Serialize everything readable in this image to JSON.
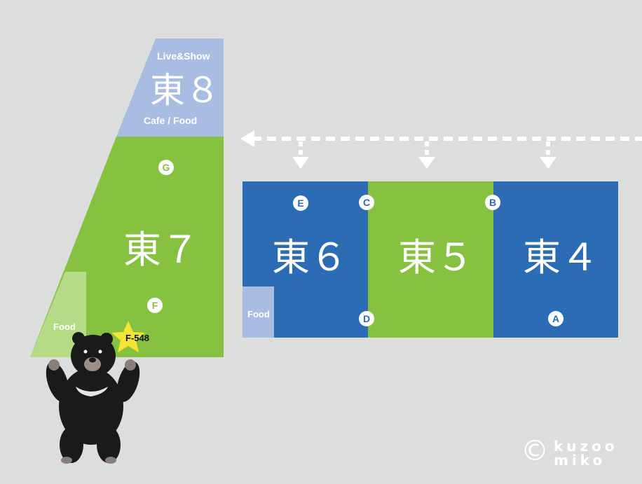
{
  "halls": {
    "east8": {
      "name": "東８",
      "top_label": "Live&Show",
      "bottom_label": "Cafe / Food"
    },
    "east7": {
      "name": "東７",
      "food_label": "Food"
    },
    "east6": {
      "name": "東６",
      "food_label": "Food"
    },
    "east5": {
      "name": "東５"
    },
    "east4": {
      "name": "東４"
    }
  },
  "entrances": [
    "A",
    "B",
    "C",
    "D",
    "E",
    "F",
    "G"
  ],
  "booth": {
    "label": "F-548"
  },
  "credit": {
    "symbol": "©",
    "line1": "kuzoo",
    "line2": "miko"
  },
  "colors": {
    "background": "#dcdedd",
    "green": "#86c240",
    "blue": "#2b6cb5",
    "lavender": "#a9bce2",
    "light_green": "#b5db86",
    "star": "#f2e533",
    "arrow": "#ffffff"
  },
  "icons": [
    "star-icon",
    "bear-mascot",
    "arrow-left-icon",
    "arrow-down-icon"
  ]
}
